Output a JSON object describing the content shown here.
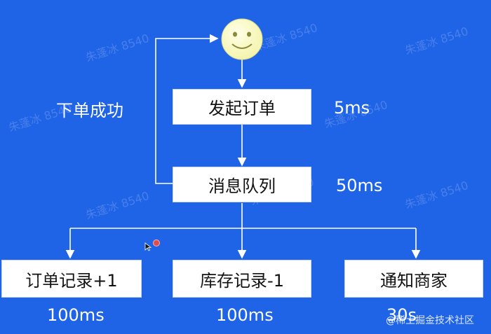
{
  "nodes": {
    "place_order": "发起订单",
    "message_queue": "消息队列",
    "order_record": "订单记录+1",
    "inventory_record": "库存记录-1",
    "notify_merchant": "通知商家"
  },
  "labels": {
    "order_success": "下单成功",
    "place_order_time": "5ms",
    "queue_time": "50ms",
    "order_record_time": "100ms",
    "inventory_time": "100ms",
    "notify_time": "30s"
  },
  "watermark": "朱蓬冰 8540",
  "credit": "@稀土掘金技术社区",
  "colors": {
    "background": "#1f63e6",
    "box": "#ffffff",
    "line": "#ffffff",
    "smiley": "#ffffc0"
  }
}
